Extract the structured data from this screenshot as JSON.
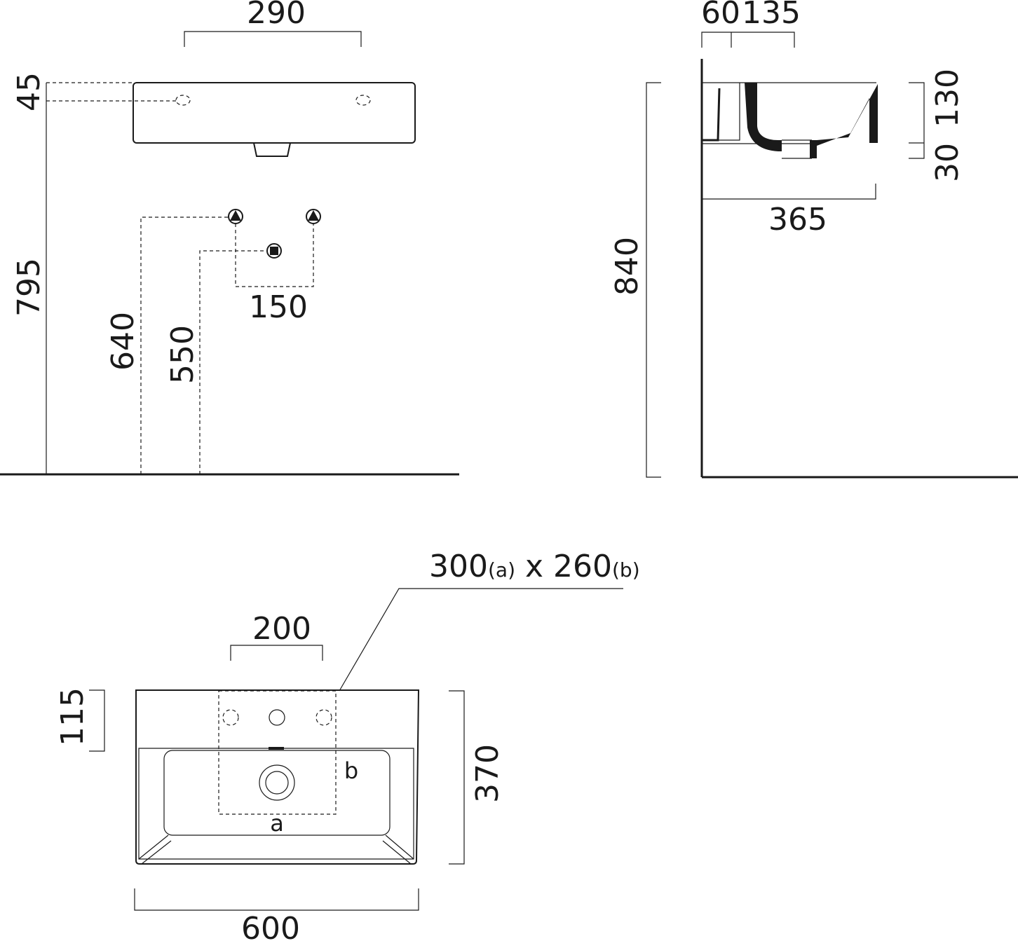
{
  "front_view": {
    "width_290": "290",
    "offset_45": "45",
    "height_795": "795",
    "height_640": "640",
    "height_550": "550",
    "spacing_150": "150"
  },
  "side_view": {
    "dim_60": "60",
    "dim_135": "135",
    "dim_130": "130",
    "dim_30": "30",
    "depth_365": "365",
    "height_840": "840"
  },
  "top_view": {
    "cutout_a": "300",
    "cutout_a_suffix": "(a)",
    "cutout_x": " x ",
    "cutout_b": "260",
    "cutout_b_suffix": "(b)",
    "spacing_200": "200",
    "depth_115": "115",
    "depth_370": "370",
    "width_600": "600",
    "label_a": "a",
    "label_b": "b"
  }
}
